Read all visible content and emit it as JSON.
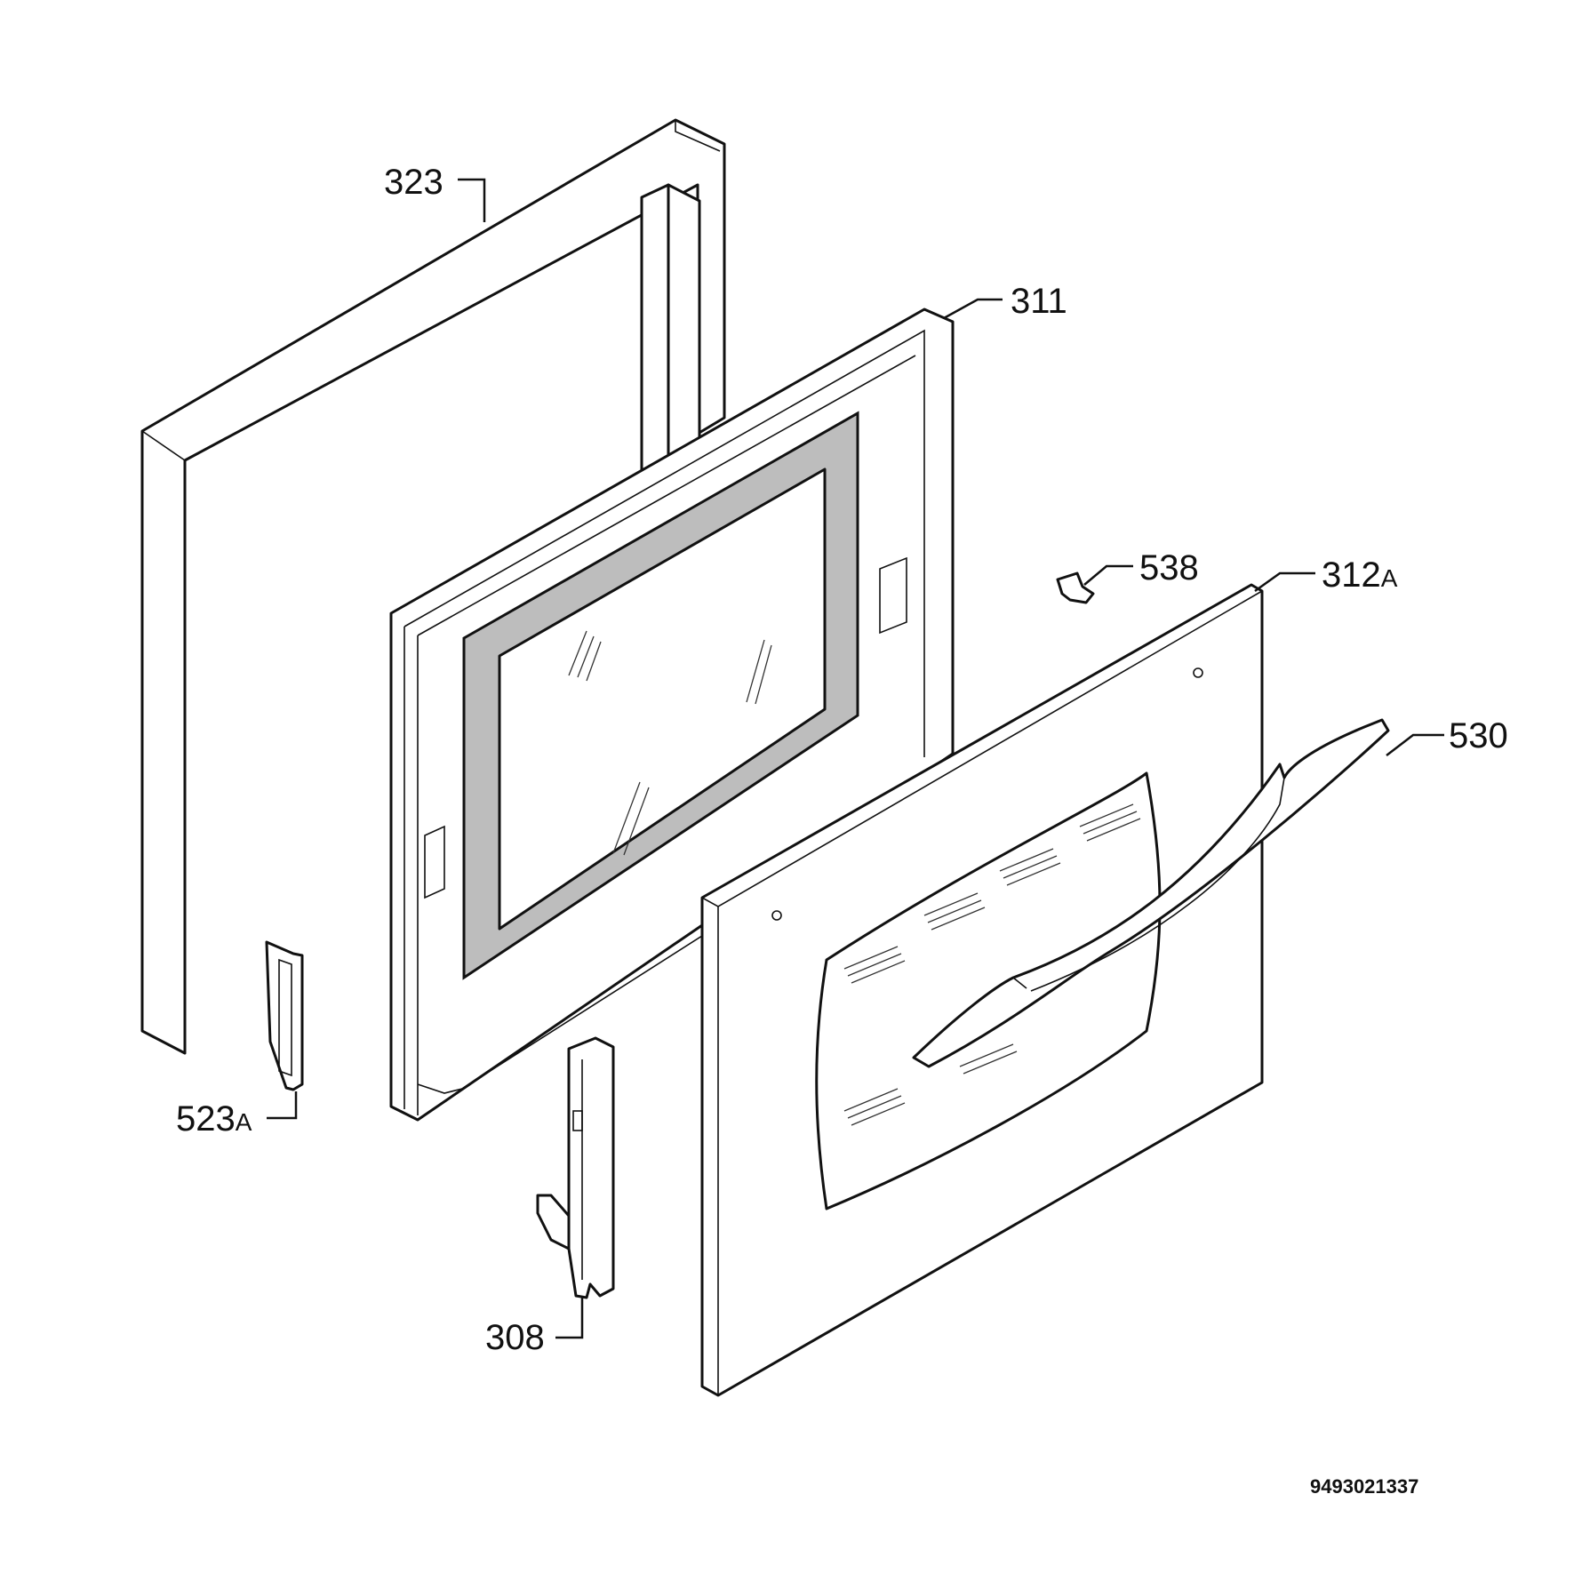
{
  "labels": {
    "p323": "323",
    "p311": "311",
    "p538": "538",
    "p312": "312",
    "p312_suffix": "A",
    "p530": "530",
    "p523": "523",
    "p523_suffix": "A",
    "p308": "308"
  },
  "drawing_code": "9493021337"
}
